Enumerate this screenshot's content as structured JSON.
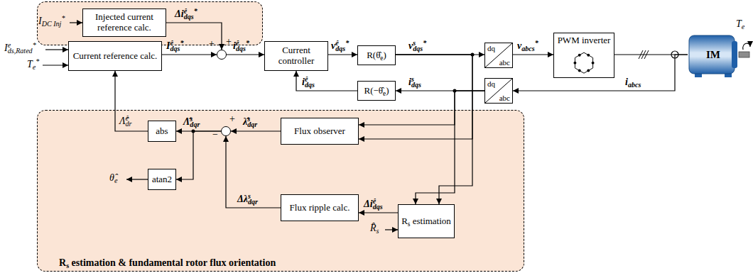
{
  "diagram": {
    "nodes": [
      {
        "text": []
      },
      {
        "text": [
          "Injected current reference calc."
        ],
        "in": 0
      },
      {
        "text": [
          "Current reference calc."
        ]
      },
      {
        "text": [
          "+",
          "+"
        ]
      },
      {
        "text": [
          "Current controller"
        ]
      },
      {
        "text": [
          "R(θ̂e)"
        ]
      },
      {
        "text": [
          "dq",
          "abc"
        ]
      },
      {
        "text": [
          "PWM inverter"
        ]
      },
      {
        "text": [
          "IM"
        ]
      },
      {
        "text": [
          "R(−θ̂e)"
        ]
      },
      {
        "text": [
          "dq",
          "abc"
        ]
      },
      {
        "text": [
          "Rs estimation & fundamental rotor flux orientation"
        ]
      },
      {
        "text": [
          "abs"
        ],
        "in": 11
      },
      {
        "text": [
          "−",
          "+"
        ],
        "in": 11
      },
      {
        "text": [
          "Flux observer"
        ],
        "in": 11
      },
      {
        "text": [
          "atan2"
        ],
        "in": 11
      },
      {
        "text": [
          "Flux ripple calc."
        ],
        "in": 11
      },
      {
        "text": [
          "Rs estimation"
        ],
        "in": 11
      }
    ],
    "edges": [
      {
        "from": 1,
        "to": 3,
        "arrow": "to",
        "label": "Δiêdqs*"
      },
      {
        "from": 2,
        "to": 3,
        "arrow": "to",
        "label": "Iêdqs*"
      },
      {
        "from": 3,
        "to": 4,
        "arrow": "to",
        "label": "iêdqs*"
      },
      {
        "from": 4,
        "to": 5,
        "arrow": "to",
        "label": "vêdqs*"
      },
      {
        "from": 5,
        "to": 6,
        "arrow": "to",
        "label": "vsdqs*"
      },
      {
        "from": 6,
        "to": 7,
        "arrow": "to",
        "label": "vabcs*"
      },
      {
        "from": 7,
        "to": 8,
        "arrow": "none"
      },
      {
        "from": 8,
        "to": 10,
        "arrow": "to",
        "label": "iabcs"
      },
      {
        "from": 10,
        "to": 9,
        "arrow": "to",
        "label": "isdqs"
      },
      {
        "from": 9,
        "to": 4,
        "arrow": "to",
        "label": "iêdqs"
      },
      {
        "from": 5,
        "to": 14,
        "arrow": "to"
      },
      {
        "from": 5,
        "to": 17,
        "arrow": "to"
      },
      {
        "from": 10,
        "to": 14,
        "arrow": "to"
      },
      {
        "from": 10,
        "to": 17,
        "arrow": "to"
      },
      {
        "from": 14,
        "to": 13,
        "arrow": "to",
        "label": "λ̂sdqr"
      },
      {
        "from": 17,
        "to": 16,
        "arrow": "to",
        "label": "Δiêdqs"
      },
      {
        "from": 16,
        "to": 13,
        "arrow": "to",
        "label": "Δλsdqr"
      },
      {
        "from": 13,
        "to": 12,
        "arrow": "to",
        "label": "Λ̂sdqr"
      },
      {
        "from": 13,
        "to": 15,
        "arrow": "to"
      },
      {
        "from": 12,
        "to": 2,
        "arrow": "to",
        "label": "Λ̂êdr"
      }
    ],
    "labels": [
      "IDC Inj*",
      "Ieds,Rated*",
      "Te*",
      "Te",
      "θ̂e",
      "R̂s"
    ]
  }
}
